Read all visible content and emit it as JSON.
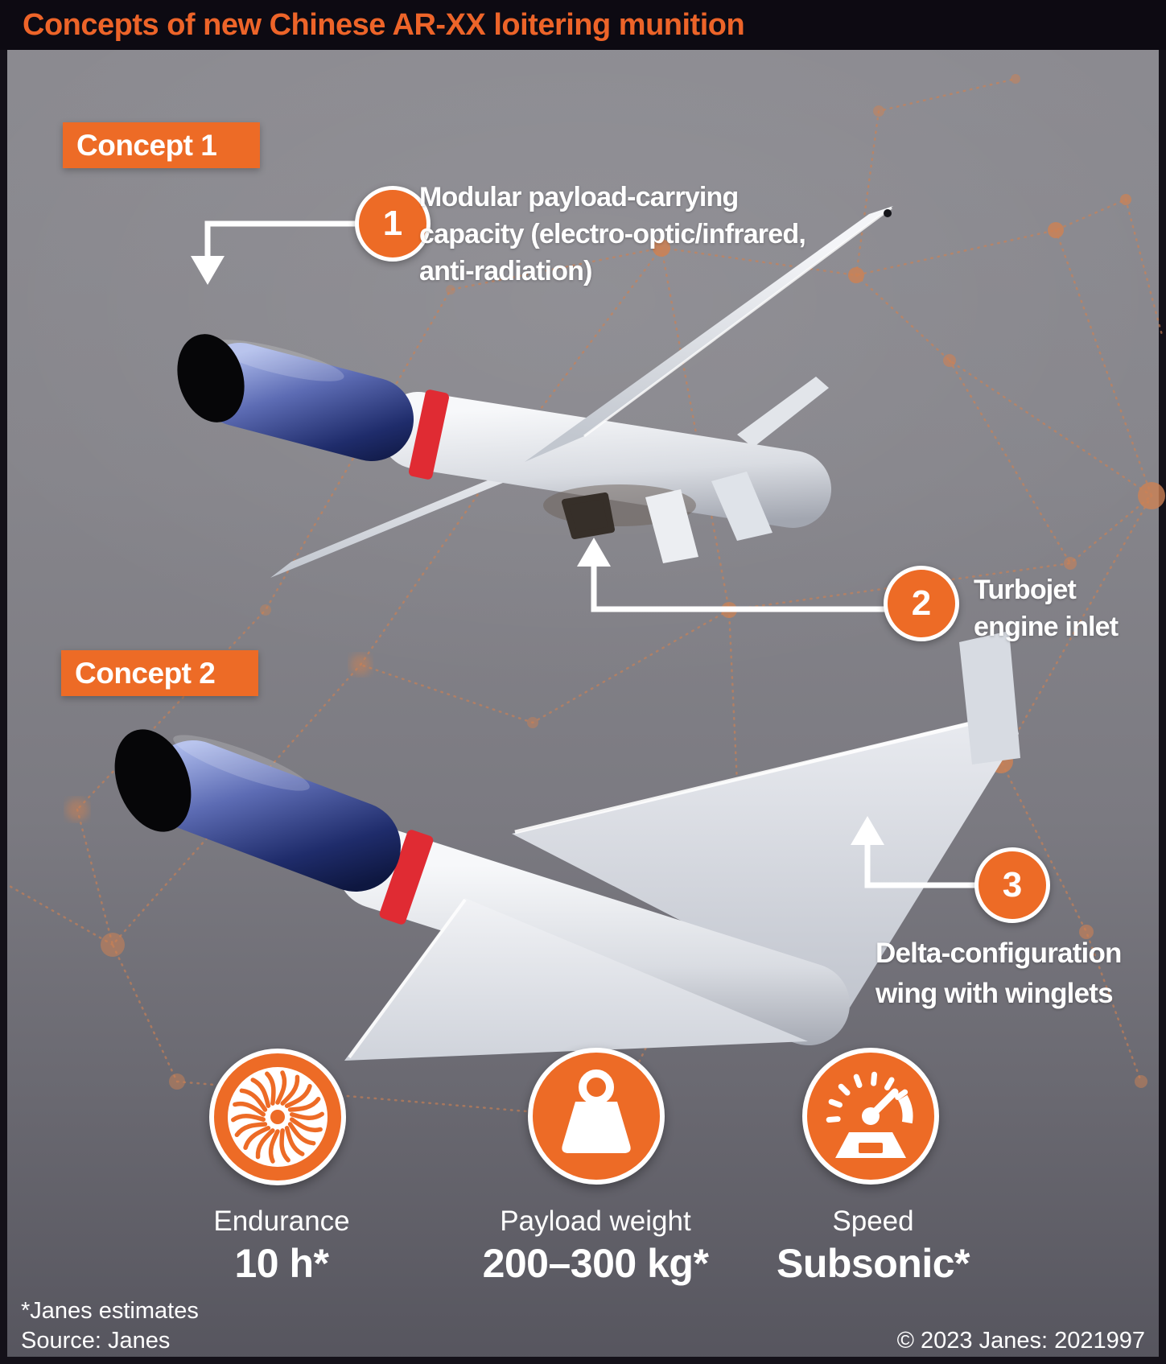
{
  "title": "Concepts of new Chinese AR-XX loitering munition",
  "colors": {
    "accent": "#ED6B26",
    "title_color": "#ED6429",
    "title_bar_bg": "#0D0A12",
    "text_color": "#FFFFFF",
    "network_color": "#CE8153",
    "nose_blue": "#3A4A96",
    "band_red": "#E02B33"
  },
  "concept_labels": [
    "Concept 1",
    "Concept 2"
  ],
  "callouts": [
    {
      "number": "1",
      "lines": [
        "Modular payload-carrying",
        "capacity (electro-optic/infrared,",
        "anti-radiation)"
      ]
    },
    {
      "number": "2",
      "lines": [
        "Turbojet",
        "engine inlet"
      ]
    },
    {
      "number": "3",
      "lines": [
        "Delta-configuration",
        "wing with winglets"
      ]
    }
  ],
  "stats": [
    {
      "icon": "turbine-icon",
      "label": "Endurance",
      "value": "10 h*"
    },
    {
      "icon": "weight-icon",
      "label": "Payload weight",
      "value": "200–300 kg*"
    },
    {
      "icon": "speedometer-icon",
      "label": "Speed",
      "value": "Subsonic*"
    }
  ],
  "footer": {
    "note": "*Janes estimates",
    "source": "Source: Janes",
    "copyright": "© 2023 Janes: 2021997"
  }
}
